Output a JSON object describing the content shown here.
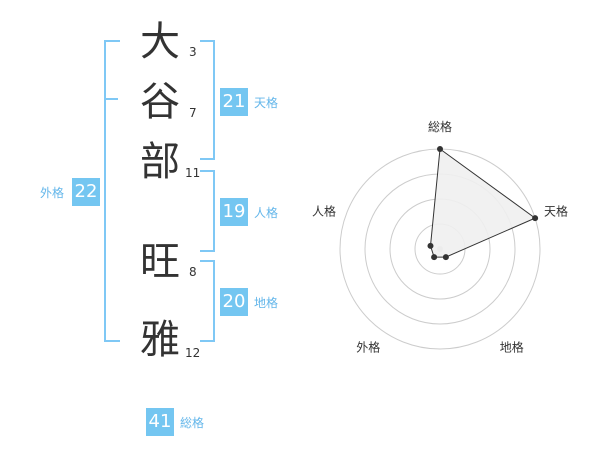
{
  "name": {
    "characters": [
      {
        "char": "大",
        "strokes": "3"
      },
      {
        "char": "谷",
        "strokes": "7"
      },
      {
        "char": "部",
        "strokes": "11"
      },
      {
        "char": "旺",
        "strokes": "8"
      },
      {
        "char": "雅",
        "strokes": "12"
      }
    ]
  },
  "fortune": {
    "tenkaku": {
      "value": "21",
      "label": "天格"
    },
    "jinkaku": {
      "value": "19",
      "label": "人格"
    },
    "chikaku": {
      "value": "20",
      "label": "地格"
    },
    "gaikaku": {
      "value": "22",
      "label": "外格"
    },
    "soukaku": {
      "value": "41",
      "label": "総格"
    }
  },
  "chart_data": {
    "type": "radar",
    "axes": [
      "総格",
      "天格",
      "地格",
      "外格",
      "人格"
    ],
    "values": [
      5,
      5,
      1,
      1,
      1
    ],
    "rmax": 5,
    "rings": 4,
    "colors": {
      "fill": "#f0f0f0",
      "line": "#333333",
      "ring": "#cccccc",
      "center": "#cccccc"
    }
  }
}
